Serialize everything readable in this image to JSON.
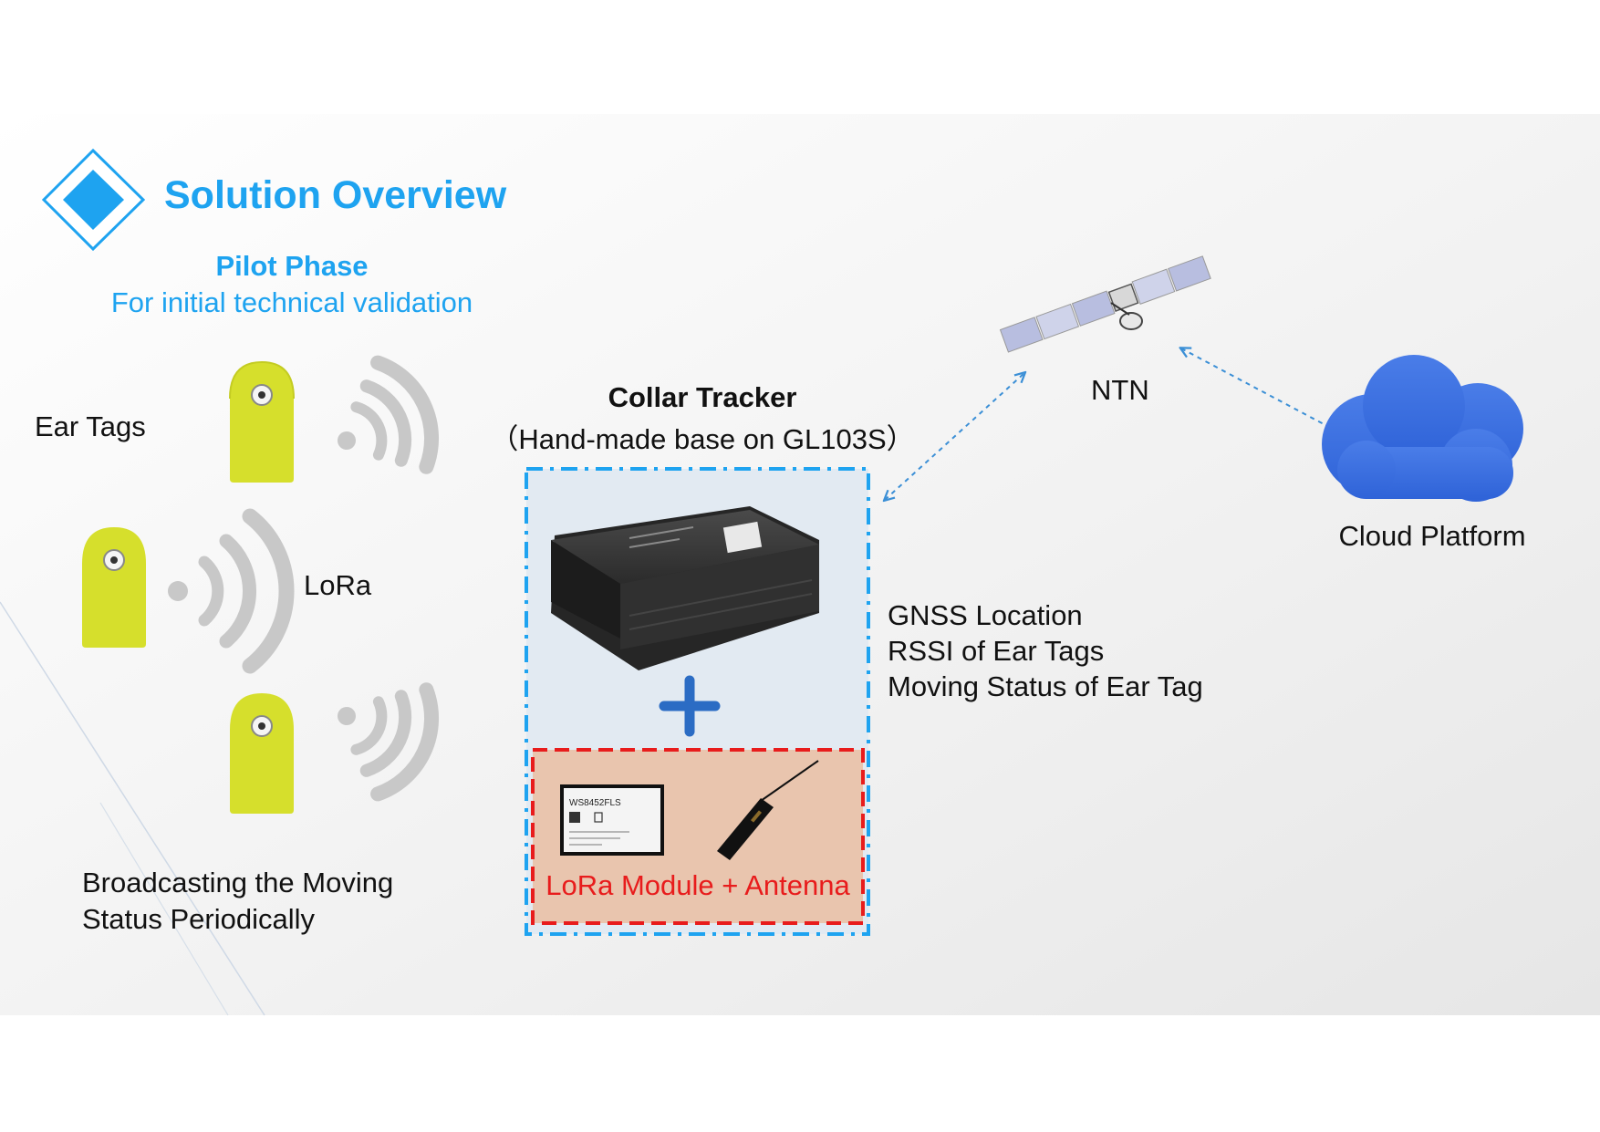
{
  "header": {
    "title": "Solution Overview",
    "phase_title": "Pilot Phase",
    "phase_subtitle": "For initial technical validation"
  },
  "left": {
    "ear_tags_label": "Ear Tags",
    "lora_label": "LoRa",
    "broadcast_line1": "Broadcasting the Moving",
    "broadcast_line2": "Status Periodically"
  },
  "collar": {
    "title": "Collar Tracker",
    "subtitle": "（Hand-made base on GL103S）",
    "module_label": "LoRa Module + Antenna",
    "module_chip_text": "WS8452FLS"
  },
  "data_items": [
    "GNSS Location",
    "RSSI of Ear Tags",
    "Moving Status of Ear Tag"
  ],
  "ntn_label": "NTN",
  "cloud_label": "Cloud Platform",
  "colors": {
    "accent": "#1ea3f0",
    "cloud": "#3b6fe0",
    "ear_tag": "#d6df2c",
    "module_red": "#e81c1c",
    "module_bg": "#e9c5ae",
    "tracker_bg": "#e2eaf2"
  }
}
